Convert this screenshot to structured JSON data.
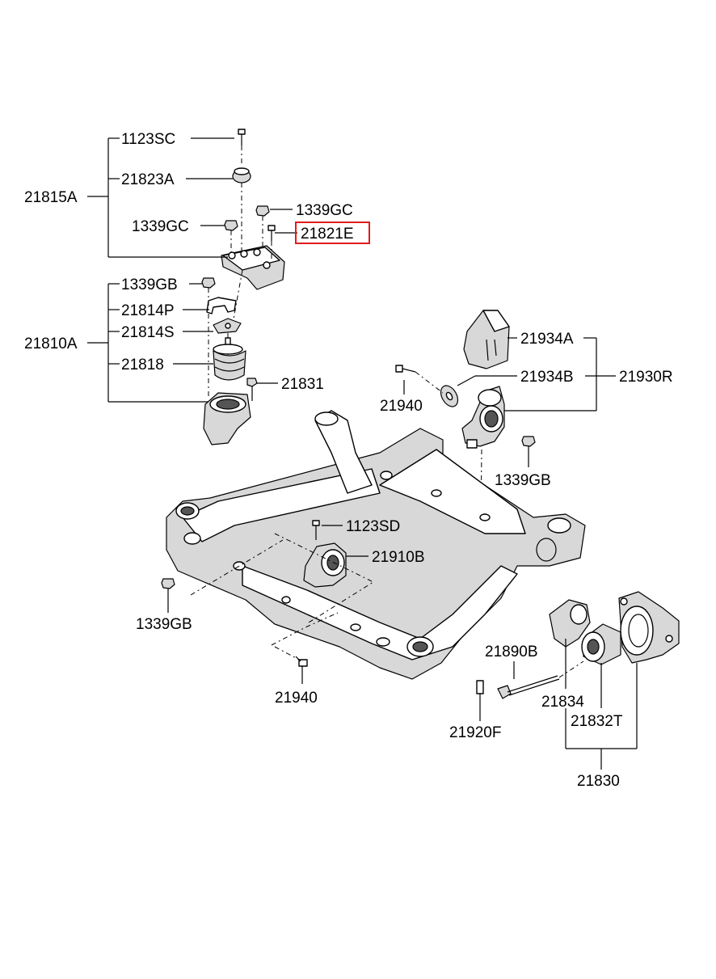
{
  "labels": {
    "p1123SC": "1123SC",
    "p21823A": "21823A",
    "p21815A": "21815A",
    "p1339GC_left": "1339GC",
    "p1339GC_right": "1339GC",
    "p21821E": "21821E",
    "p1339GB_top": "1339GB",
    "p21814P": "21814P",
    "p21810A": "21810A",
    "p21814S": "21814S",
    "p21818": "21818",
    "p21831": "21831",
    "p21934A": "21934A",
    "p21934B": "21934B",
    "p21930R": "21930R",
    "p21940_top": "21940",
    "p1339GB_right": "1339GB",
    "p1123SD": "1123SD",
    "p21910B": "21910B",
    "p1339GB_left": "1339GB",
    "p21940_bottom": "21940",
    "p21890B": "21890B",
    "p21834": "21834",
    "p21832T": "21832T",
    "p21920F": "21920F",
    "p21830": "21830"
  },
  "highlighted_part": "21821E",
  "colors": {
    "highlight": "#e21b1b",
    "line": "#000000"
  }
}
